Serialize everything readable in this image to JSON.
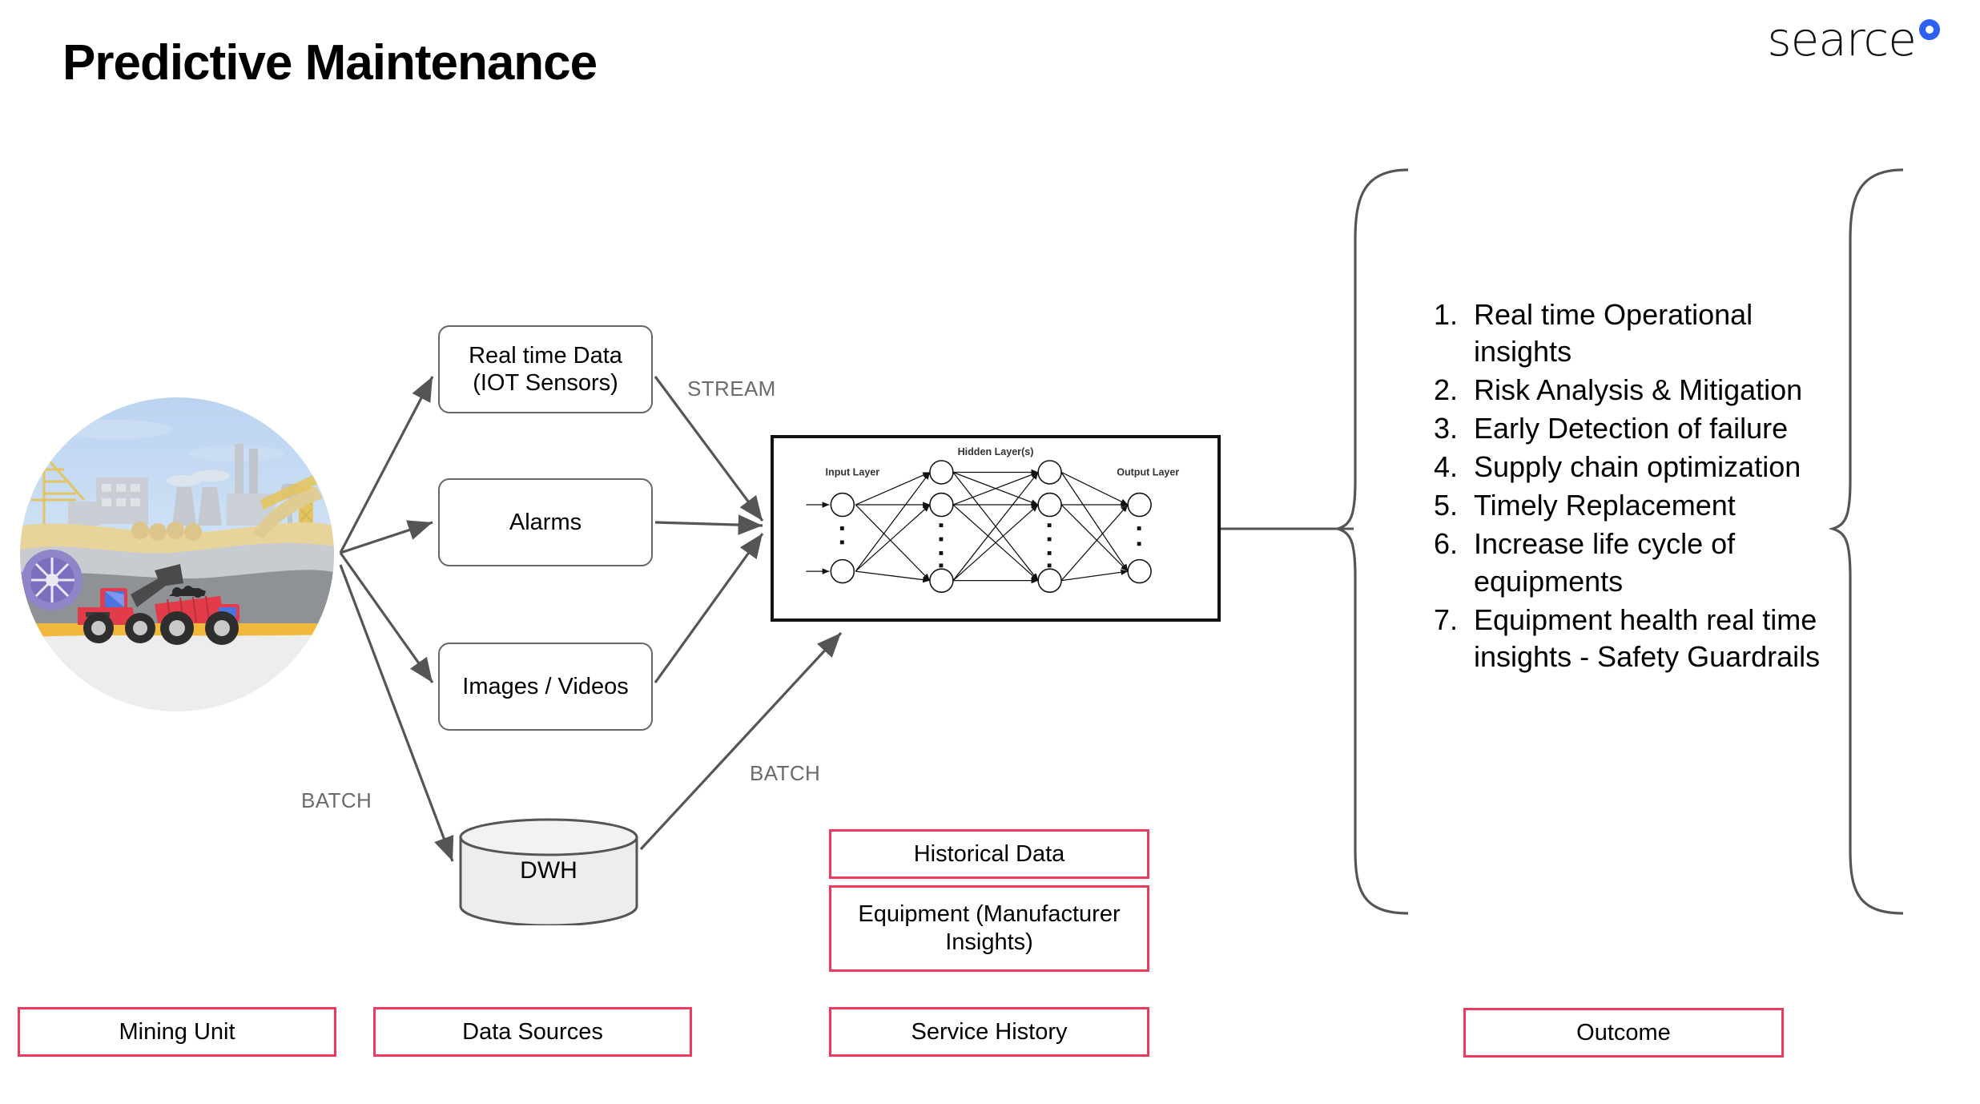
{
  "page_title": "Predictive Maintenance",
  "brand": {
    "wordmark": "searce",
    "ring_color": "#2D5FF0"
  },
  "colors": {
    "accent_pink": "#ED3A5E",
    "stroke_gray": "#555555",
    "label_gray": "#6B6B6B",
    "box_border": "#666666",
    "dwh_fill": "#EDEDED"
  },
  "mining_unit": {
    "illustration_name": "open-pit-mining-scene",
    "elements": [
      "sky",
      "factory-silhouette",
      "cooling-towers",
      "smokestacks",
      "water-tower",
      "yellow-cranes",
      "conveyor",
      "purple-bucket-wheel-excavator",
      "red-wheel-loader",
      "red-dump-truck",
      "coal-load",
      "sand-ground"
    ]
  },
  "data_sources": [
    {
      "label": "Real time Data (IOT Sensors)"
    },
    {
      "label": "Alarms"
    },
    {
      "label": "Images / Videos"
    }
  ],
  "dwh": {
    "label": "DWH"
  },
  "flow_labels": {
    "stream": "STREAM",
    "batch_left": "BATCH",
    "batch_right": "BATCH"
  },
  "neural_network": {
    "input_layer_label": "Input Layer",
    "hidden_layer_label": "Hidden Layer(s)",
    "output_layer_label": "Output Layer",
    "input_nodes": 2,
    "hidden_layers": 2,
    "hidden_nodes_per_layer": 3,
    "output_nodes": 2
  },
  "batch_sources": [
    {
      "label": "Historical Data"
    },
    {
      "label": "Equipment (Manufacturer Insights)"
    },
    {
      "label": "Service History"
    }
  ],
  "outcomes": [
    {
      "num": "1.",
      "text": "Real time Operational insights"
    },
    {
      "num": "2.",
      "text": "Risk Analysis & Mitigation"
    },
    {
      "num": "3.",
      "text": "Early Detection of failure"
    },
    {
      "num": "4.",
      "text": "Supply chain optimization"
    },
    {
      "num": "5.",
      "text": "Timely Replacement"
    },
    {
      "num": "6.",
      "text": "Increase life cycle of equipments"
    },
    {
      "num": "7.",
      "text": "Equipment health real time insights - Safety Guardrails"
    }
  ],
  "legend": {
    "mining_unit": "Mining Unit",
    "data_sources": "Data Sources",
    "outcome": "Outcome"
  }
}
